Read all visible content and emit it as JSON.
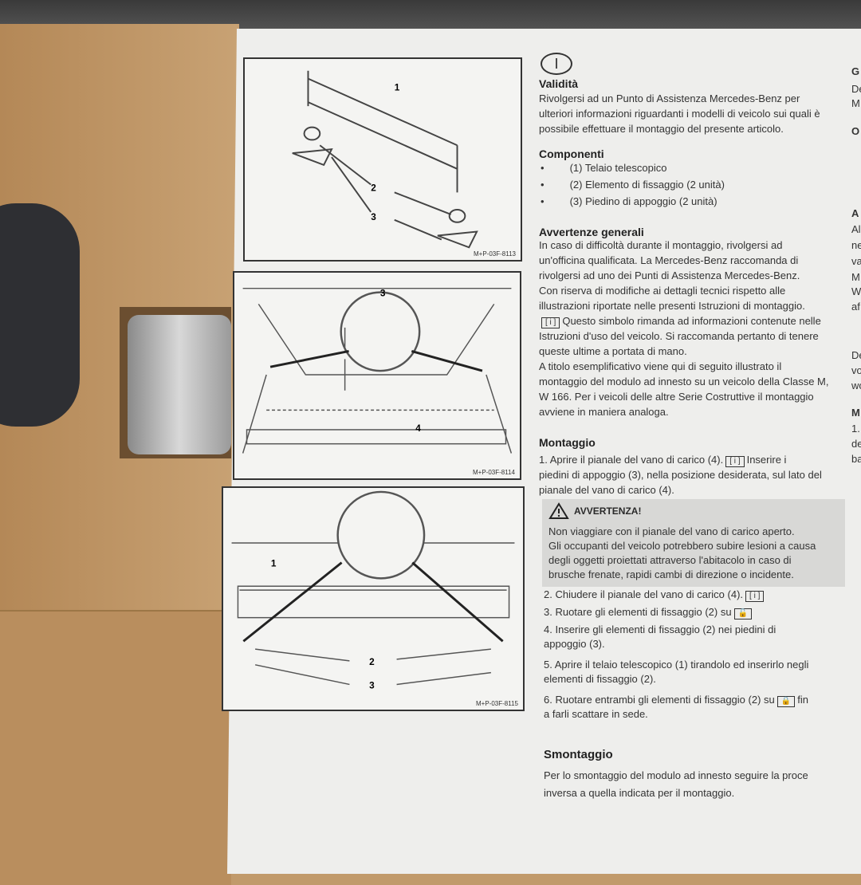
{
  "circle_label": "I",
  "figures": [
    {
      "code": "M+P-03F-8113",
      "labels": [
        "1",
        "2",
        "3"
      ]
    },
    {
      "code": "M+P-03F-8114",
      "labels": [
        "3",
        "4"
      ]
    },
    {
      "code": "M+P-03F-8115",
      "labels": [
        "1",
        "2",
        "3"
      ]
    }
  ],
  "validita": {
    "title": "Validità",
    "lines": [
      "Rivolgersi ad un Punto di Assistenza Mercedes-Benz per",
      "ulteriori informazioni riguardanti i modelli di veicolo sui quali è",
      "possibile effettuare il montaggio del presente articolo."
    ]
  },
  "componenti": {
    "title": "Componenti",
    "items": [
      "(1)  Telaio telescopico",
      "(2)  Elemento di fissaggio (2 unità)",
      "(3)  Piedino di appoggio (2 unità)"
    ]
  },
  "avvertenze": {
    "title": "Avvertenze generali",
    "lines": [
      "In caso di difficoltà durante il montaggio, rivolgersi ad",
      "un'officina qualificata. La Mercedes-Benz raccomanda di",
      "rivolgersi ad uno dei Punti di Assistenza Mercedes-Benz.",
      "Con riserva di modifiche ai dettagli tecnici rispetto alle",
      "illustrazioni riportate nelle presenti Istruzioni di montaggio.",
      "Questo simbolo rimanda ad informazioni contenute nelle",
      "Istruzioni d'uso del veicolo. Si raccomanda pertanto di tenere",
      "queste ultime a portata di mano.",
      "A titolo esemplificativo viene qui di seguito illustrato il",
      "montaggio del modulo ad innesto su un veicolo della Classe M,",
      "W 166. Per i veicoli delle altre Serie Costruttive il montaggio",
      "avviene in maniera analoga."
    ]
  },
  "montaggio": {
    "title": "Montaggio",
    "step1": [
      "1.   Aprire il pianale del vano di carico (4).",
      "Inserire i",
      "piedini di appoggio (3), nella posizione desiderata, sul lato del",
      "pianale del vano di carico (4)."
    ],
    "steps": [
      "2.   Chiudere il pianale del vano di carico (4).",
      "3.   Ruotare gli elementi di fissaggio (2) su",
      "4.   Inserire gli elementi di fissaggio (2) nei piedini di",
      "appoggio (3).",
      "5.   Aprire il telaio telescopico (1) tirandolo ed inserirlo negli",
      "elementi di fissaggio (2).",
      "6.   Ruotare entrambi gli elementi di fissaggio (2) su",
      "fin",
      "a farli scattare in sede."
    ]
  },
  "warning": {
    "title": "AVVERTENZA!",
    "lines": [
      "Non viaggiare con il pianale del vano di carico aperto.",
      "Gli occupanti del veicolo potrebbero subire lesioni a causa",
      "degli oggetti proiettati attraverso l'abitacolo in caso di",
      "brusche frenate, rapidi cambi di direzione o incidente."
    ]
  },
  "smontaggio": {
    "title": "Smontaggio",
    "lines": [
      "Per lo smontaggio del modulo ad innesto seguire la proce",
      "inversa a quella indicata per il montaggio."
    ]
  },
  "right_column_fragments": [
    "G",
    "De",
    "M",
    "O",
    "A",
    "Al",
    "ne",
    "va",
    "M",
    "W",
    "af",
    "De",
    "vo",
    "wo",
    "M",
    "1.",
    "de",
    "ba"
  ]
}
